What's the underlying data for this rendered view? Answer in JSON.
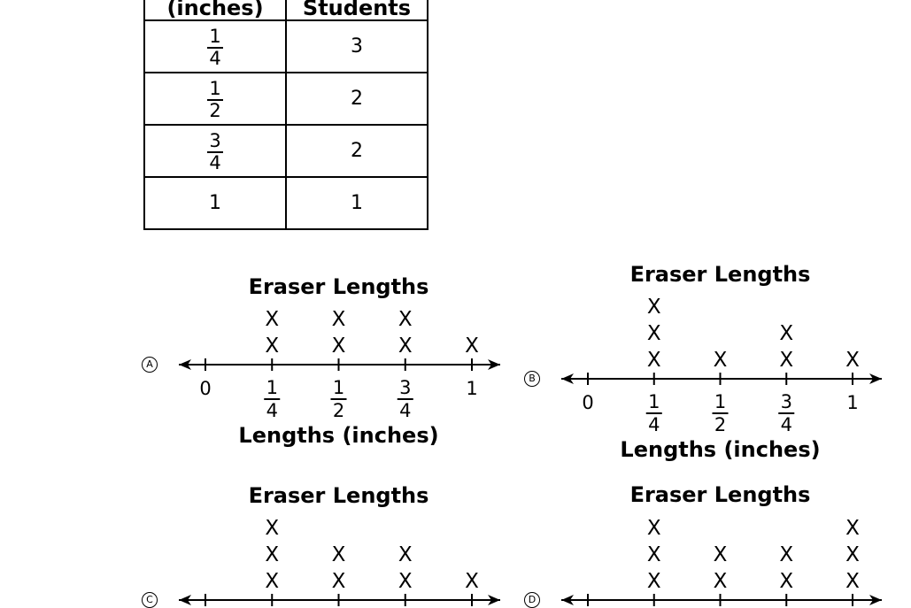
{
  "table": {
    "headers": [
      "(inches)",
      "Students"
    ],
    "rows": [
      {
        "length": {
          "num": "1",
          "den": "4"
        },
        "students": "3"
      },
      {
        "length": {
          "num": "1",
          "den": "2"
        },
        "students": "2"
      },
      {
        "length": {
          "num": "3",
          "den": "4"
        },
        "students": "2"
      },
      {
        "length": "1",
        "students": "1"
      }
    ]
  },
  "chart_data": [
    {
      "type": "scatter",
      "option": "A",
      "title": "Eraser Lengths",
      "xlabel": "Lengths (inches)",
      "tick_labels": [
        "0",
        "1/4",
        "1/2",
        "3/4",
        "1"
      ],
      "x": [
        0.25,
        0.5,
        0.75,
        1
      ],
      "counts": [
        2,
        2,
        2,
        1
      ],
      "mark": "X"
    },
    {
      "type": "scatter",
      "option": "B",
      "title": "Eraser Lengths",
      "xlabel": "Lengths (inches)",
      "tick_labels": [
        "0",
        "1/4",
        "1/2",
        "3/4",
        "1"
      ],
      "x": [
        0.25,
        0.5,
        0.75,
        1
      ],
      "counts": [
        3,
        1,
        2,
        1
      ],
      "mark": "X"
    },
    {
      "type": "scatter",
      "option": "C",
      "title": "Eraser Lengths",
      "xlabel": "",
      "tick_labels": [],
      "x": [
        0.25,
        0.5,
        0.75,
        1
      ],
      "counts": [
        3,
        2,
        2,
        1
      ],
      "mark": "X"
    },
    {
      "type": "scatter",
      "option": "D",
      "title": "Eraser Lengths",
      "xlabel": "",
      "tick_labels": [],
      "x": [
        0.25,
        0.5,
        0.75,
        1
      ],
      "counts": [
        3,
        2,
        2,
        3
      ],
      "mark": "X"
    }
  ]
}
